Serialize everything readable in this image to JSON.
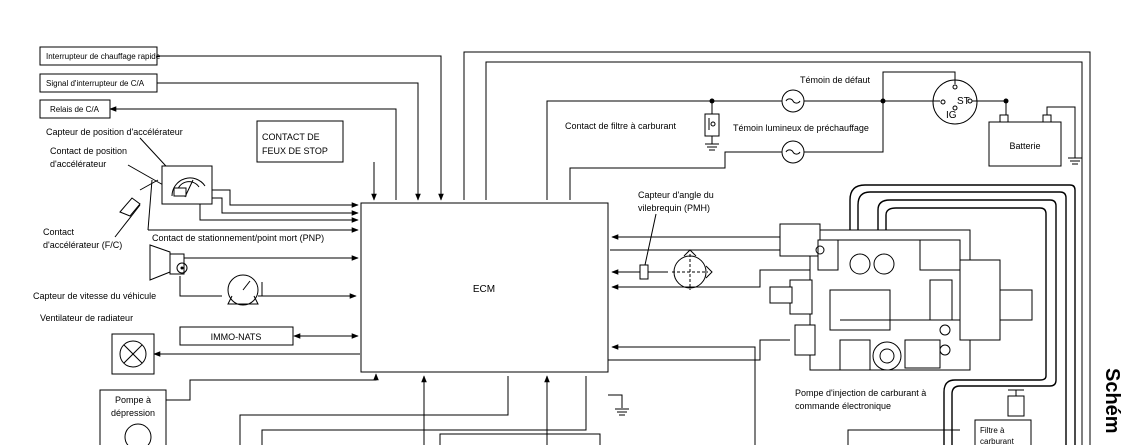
{
  "side_title": "Schém",
  "ecm": "ECM",
  "switches": {
    "quick_heat": "Interrupteur de chauffage rapide",
    "ac_signal": "Signal d'interrupteur de C/A",
    "ac_relay": "Relais de C/A"
  },
  "pedal": {
    "accel_position_sensor": "Capteur de position d'accélérateur",
    "accel_position_switch_l1": "Contact de position",
    "accel_position_switch_l2": "d'accélérateur",
    "accel_fc_l1": "Contact",
    "accel_fc_l2": "d'accélérateur (F/C)"
  },
  "stop_lamp": {
    "l1": "CONTACT DE",
    "l2": "FEUX DE STOP"
  },
  "pnp": "Contact de stationnement/point mort (PNP)",
  "vehicle_speed": "Capteur de vitesse du véhicule",
  "radiator_fan": "Ventilateur de radiateur",
  "immo": "IMMO-NATS",
  "vacuum_pump": {
    "l1": "Pompe à",
    "l2": "dépression"
  },
  "fuel_filter_switch": "Contact de filtre à carburant",
  "warning_lamp": "Témoin de défaut",
  "glow_lamp": "Témoin lumineux de préchauffage",
  "ignition": {
    "st": "ST",
    "ig": "IG"
  },
  "battery": "Batterie",
  "crank_sensor": {
    "l1": "Capteur d'angle du",
    "l2": "vilebrequin (PMH)"
  },
  "injection_pump": {
    "l1": "Pompe d'injection de carburant à",
    "l2": "commande électronique"
  },
  "fuel_filter": {
    "l1": "Filtre à",
    "l2": "carburant"
  }
}
